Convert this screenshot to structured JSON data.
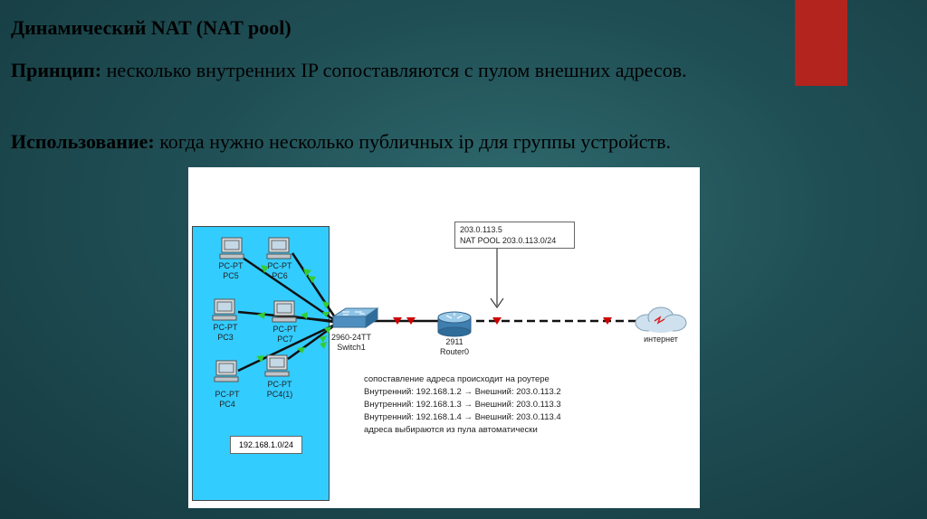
{
  "slide": {
    "title": "Динамический NAT (NAT pool)",
    "principle_label": "Принцип:",
    "principle_text": "несколько внутренних IP сопоставляются с пулом внешних адресов.",
    "usage_label": "Использование:",
    "usage_text": "когда нужно несколько публичных ip для группы устройств."
  },
  "colors": {
    "accent": "#b3241e",
    "lan_bg": "#33ccff",
    "link_ok": "#33cc33",
    "link_down": "#cc0000"
  },
  "diagram": {
    "pcs": [
      {
        "type": "PC-PT",
        "name": "PC5"
      },
      {
        "type": "PC-PT",
        "name": "PC6"
      },
      {
        "type": "PC-PT",
        "name": "PC3"
      },
      {
        "type": "PC-PT",
        "name": "PC7"
      },
      {
        "type": "PC-PT",
        "name": "PC4"
      },
      {
        "type": "PC-PT",
        "name": "PC4(1)"
      }
    ],
    "switch": {
      "model": "2960-24TT",
      "name": "Switch1"
    },
    "router": {
      "model": "2911",
      "name": "Router0"
    },
    "cloud": {
      "label": "интернет"
    },
    "nat_note": {
      "line1": "203.0.113.5",
      "line2": "NAT POOL 203.0.113.0/24"
    },
    "subnet_label": "192.168.1.0/24",
    "mapping_note": {
      "header": "сопоставление адреса происходит на роутере",
      "lines": [
        "Внутренний: 192.168.1.2 → Внешний: 203.0.113.2",
        "Внутренний: 192.168.1.3 → Внешний: 203.0.113.3",
        "Внутренний: 192.168.1.4 → Внешний: 203.0.113.4"
      ],
      "footer": "адреса выбираются из пула автоматически"
    }
  }
}
